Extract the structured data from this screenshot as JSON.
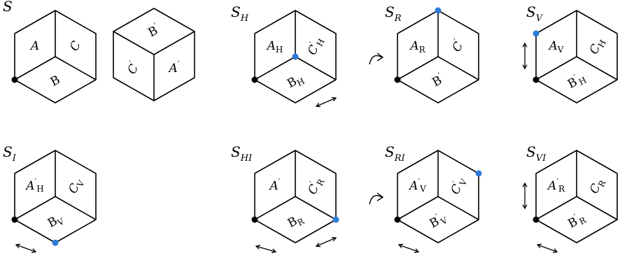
{
  "colors": {
    "stroke": "#000000",
    "black_dot": "#000000",
    "blue_dot": "#2b7bd6",
    "background": "#ffffff"
  },
  "panels": [
    {
      "id": "S",
      "label": "S",
      "sub": "",
      "faces": {
        "left": "A",
        "left_sup": "",
        "left_sub": "",
        "right": "C",
        "right_sup": "",
        "right_sub": "",
        "bottom": "B",
        "bottom_sup": "",
        "bottom_sub": ""
      }
    },
    {
      "id": "Sb",
      "label": "",
      "sub": "",
      "faces": {
        "top": "B",
        "top_sup": "′",
        "left": "C",
        "left_sup": "′",
        "right": "A",
        "right_sup": "′"
      }
    },
    {
      "id": "SH",
      "label": "S",
      "sub": "H",
      "faces": {
        "left": "A",
        "left_sup": "",
        "left_sub": "H",
        "right": "C",
        "right_sup": "′",
        "right_sub": "H",
        "bottom": "B",
        "bottom_sup": "",
        "bottom_sub": "H"
      }
    },
    {
      "id": "SR",
      "label": "S",
      "sub": "R",
      "faces": {
        "left": "A",
        "left_sup": "",
        "left_sub": "R",
        "right": "C",
        "right_sup": "′",
        "right_sub": "",
        "bottom": "B",
        "bottom_sup": "′",
        "bottom_sub": ""
      }
    },
    {
      "id": "SV",
      "label": "S",
      "sub": "V",
      "faces": {
        "left": "A",
        "left_sup": "",
        "left_sub": "V",
        "right": "C",
        "right_sup": "",
        "right_sub": "H",
        "bottom": "B",
        "bottom_sup": "′",
        "bottom_sub": "H"
      }
    },
    {
      "id": "SI",
      "label": "S",
      "sub": "I",
      "faces": {
        "left": "A",
        "left_sup": "′",
        "left_sub": "H",
        "right": "C",
        "right_sup": "",
        "right_sub": "V",
        "bottom": "B",
        "bottom_sup": "",
        "bottom_sub": "V"
      }
    },
    {
      "id": "SHI",
      "label": "S",
      "sub": "HI",
      "faces": {
        "left": "A",
        "left_sup": "′",
        "left_sub": "",
        "right": "C",
        "right_sup": "′",
        "right_sub": "R",
        "bottom": "B",
        "bottom_sup": "",
        "bottom_sub": "R"
      }
    },
    {
      "id": "SRI",
      "label": "S",
      "sub": "RI",
      "faces": {
        "left": "A",
        "left_sup": "′",
        "left_sub": "V",
        "right": "C",
        "right_sup": "′",
        "right_sub": "V",
        "bottom": "B",
        "bottom_sup": "′",
        "bottom_sub": "V"
      }
    },
    {
      "id": "SVI",
      "label": "S",
      "sub": "VI",
      "faces": {
        "left": "A",
        "left_sup": "′",
        "left_sub": "R",
        "right": "C",
        "right_sup": "",
        "right_sub": "R",
        "bottom": "B",
        "bottom_sup": "′",
        "bottom_sub": "R"
      }
    }
  ]
}
